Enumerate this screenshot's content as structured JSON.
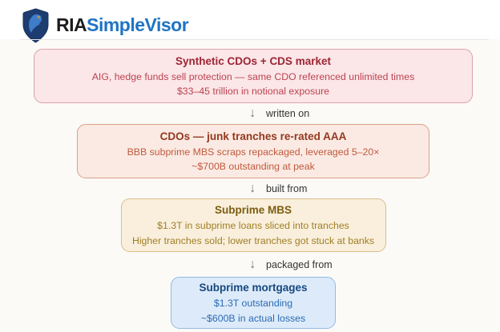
{
  "header": {
    "brand_bold": "RIA",
    "brand_light": "SimpleVisor",
    "logo_icon": "shield-bird-icon",
    "colors": {
      "brand_bold": "#1c1c1c",
      "brand_light": "#1f74c4",
      "shield": "#1d3c6f",
      "bird": "#3f7cc9"
    }
  },
  "diagram": {
    "boxes": [
      {
        "title": "Synthetic CDOs + CDS market",
        "line1": "AIG, hedge funds sell protection — same CDO referenced unlimited times",
        "line2": "$33–45 trillion in notional exposure",
        "bg": "#fbe6e8",
        "border": "#dca3a9",
        "title_color": "#9c2533",
        "text_color": "#bc4350"
      },
      {
        "title": "CDOs — junk tranches re-rated AAA",
        "line1": "BBB subprime MBS scraps repackaged, leveraged 5–20×",
        "line2": "~$700B outstanding at peak",
        "bg": "#fbeae3",
        "border": "#dd9f85",
        "title_color": "#93391f",
        "text_color": "#c05a3e"
      },
      {
        "title": "Subprime MBS",
        "line1": "$1.3T in subprime loans sliced into tranches",
        "line2": "Higher tranches sold; lower tranches got stuck at banks",
        "bg": "#f9efdc",
        "border": "#d9bd8d",
        "title_color": "#7c5d11",
        "text_color": "#a17e26"
      },
      {
        "title": "Subprime mortgages",
        "line1": "$1.3T outstanding",
        "line2": "~$600B in actual losses",
        "bg": "#ddeaf9",
        "border": "#93bbe2",
        "title_color": "#16497f",
        "text_color": "#2a6cb4"
      }
    ],
    "connectors": [
      {
        "label": "written on"
      },
      {
        "label": "built from"
      },
      {
        "label": "packaged from"
      }
    ],
    "icons": {
      "down_arrow": "↓"
    }
  }
}
